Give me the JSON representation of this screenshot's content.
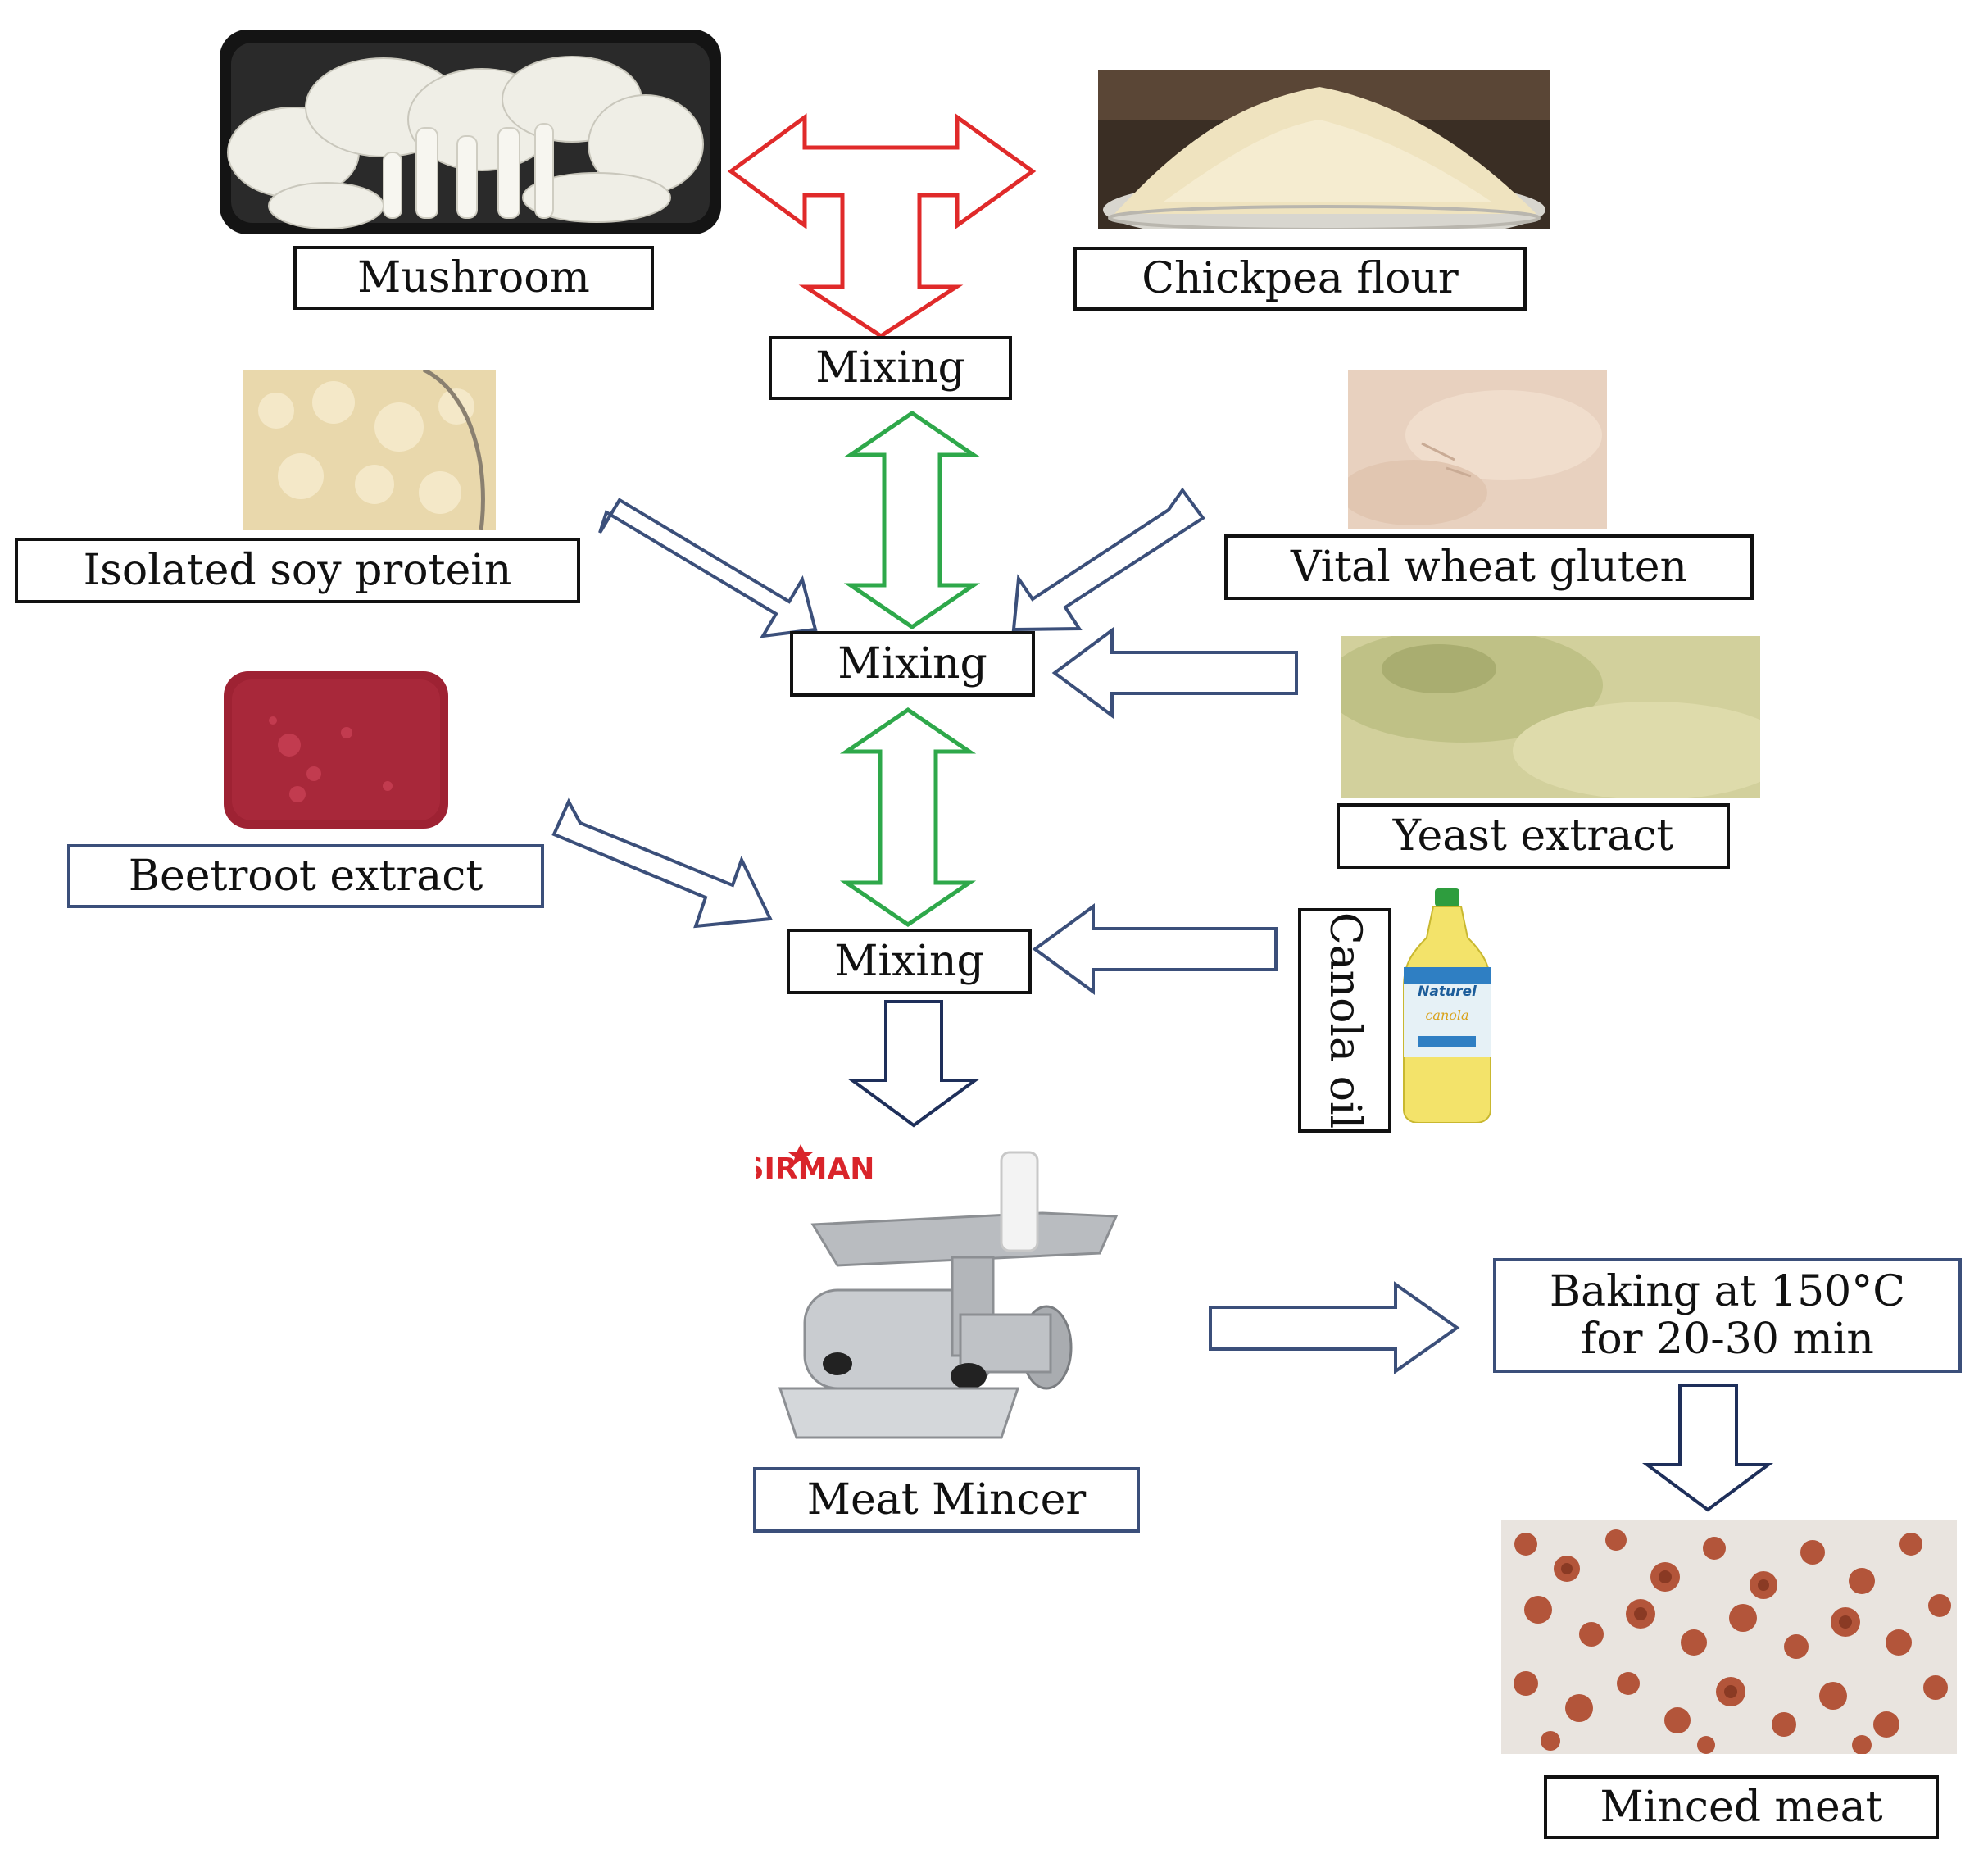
{
  "labels": {
    "mushroom": "Mushroom",
    "chickpea_flour": "Chickpea flour",
    "mixing_1": "Mixing",
    "isolated_soy_protein": "Isolated soy protein",
    "vital_wheat_gluten": "Vital wheat gluten",
    "mixing_2": "Mixing",
    "yeast_extract": "Yeast extract",
    "beetroot_extract": "Beetroot extract",
    "mixing_3": "Mixing",
    "canola_oil": "Canola oil",
    "meat_mincer": "Meat Mincer",
    "baking_line1": "Baking at 150°C",
    "baking_line2": "for 20-30 min",
    "minced_meat": "Minced meat"
  },
  "logos": {
    "mincer_brand": "SIRMAN",
    "oil_brand": "Naturel",
    "oil_variety": "canola"
  },
  "colors": {
    "arrow_red": "#e02a2a",
    "arrow_green": "#2ea84a",
    "arrow_blue": "#3b4f7a",
    "arrow_navy": "#1e2f5a",
    "border_black": "#111111"
  }
}
